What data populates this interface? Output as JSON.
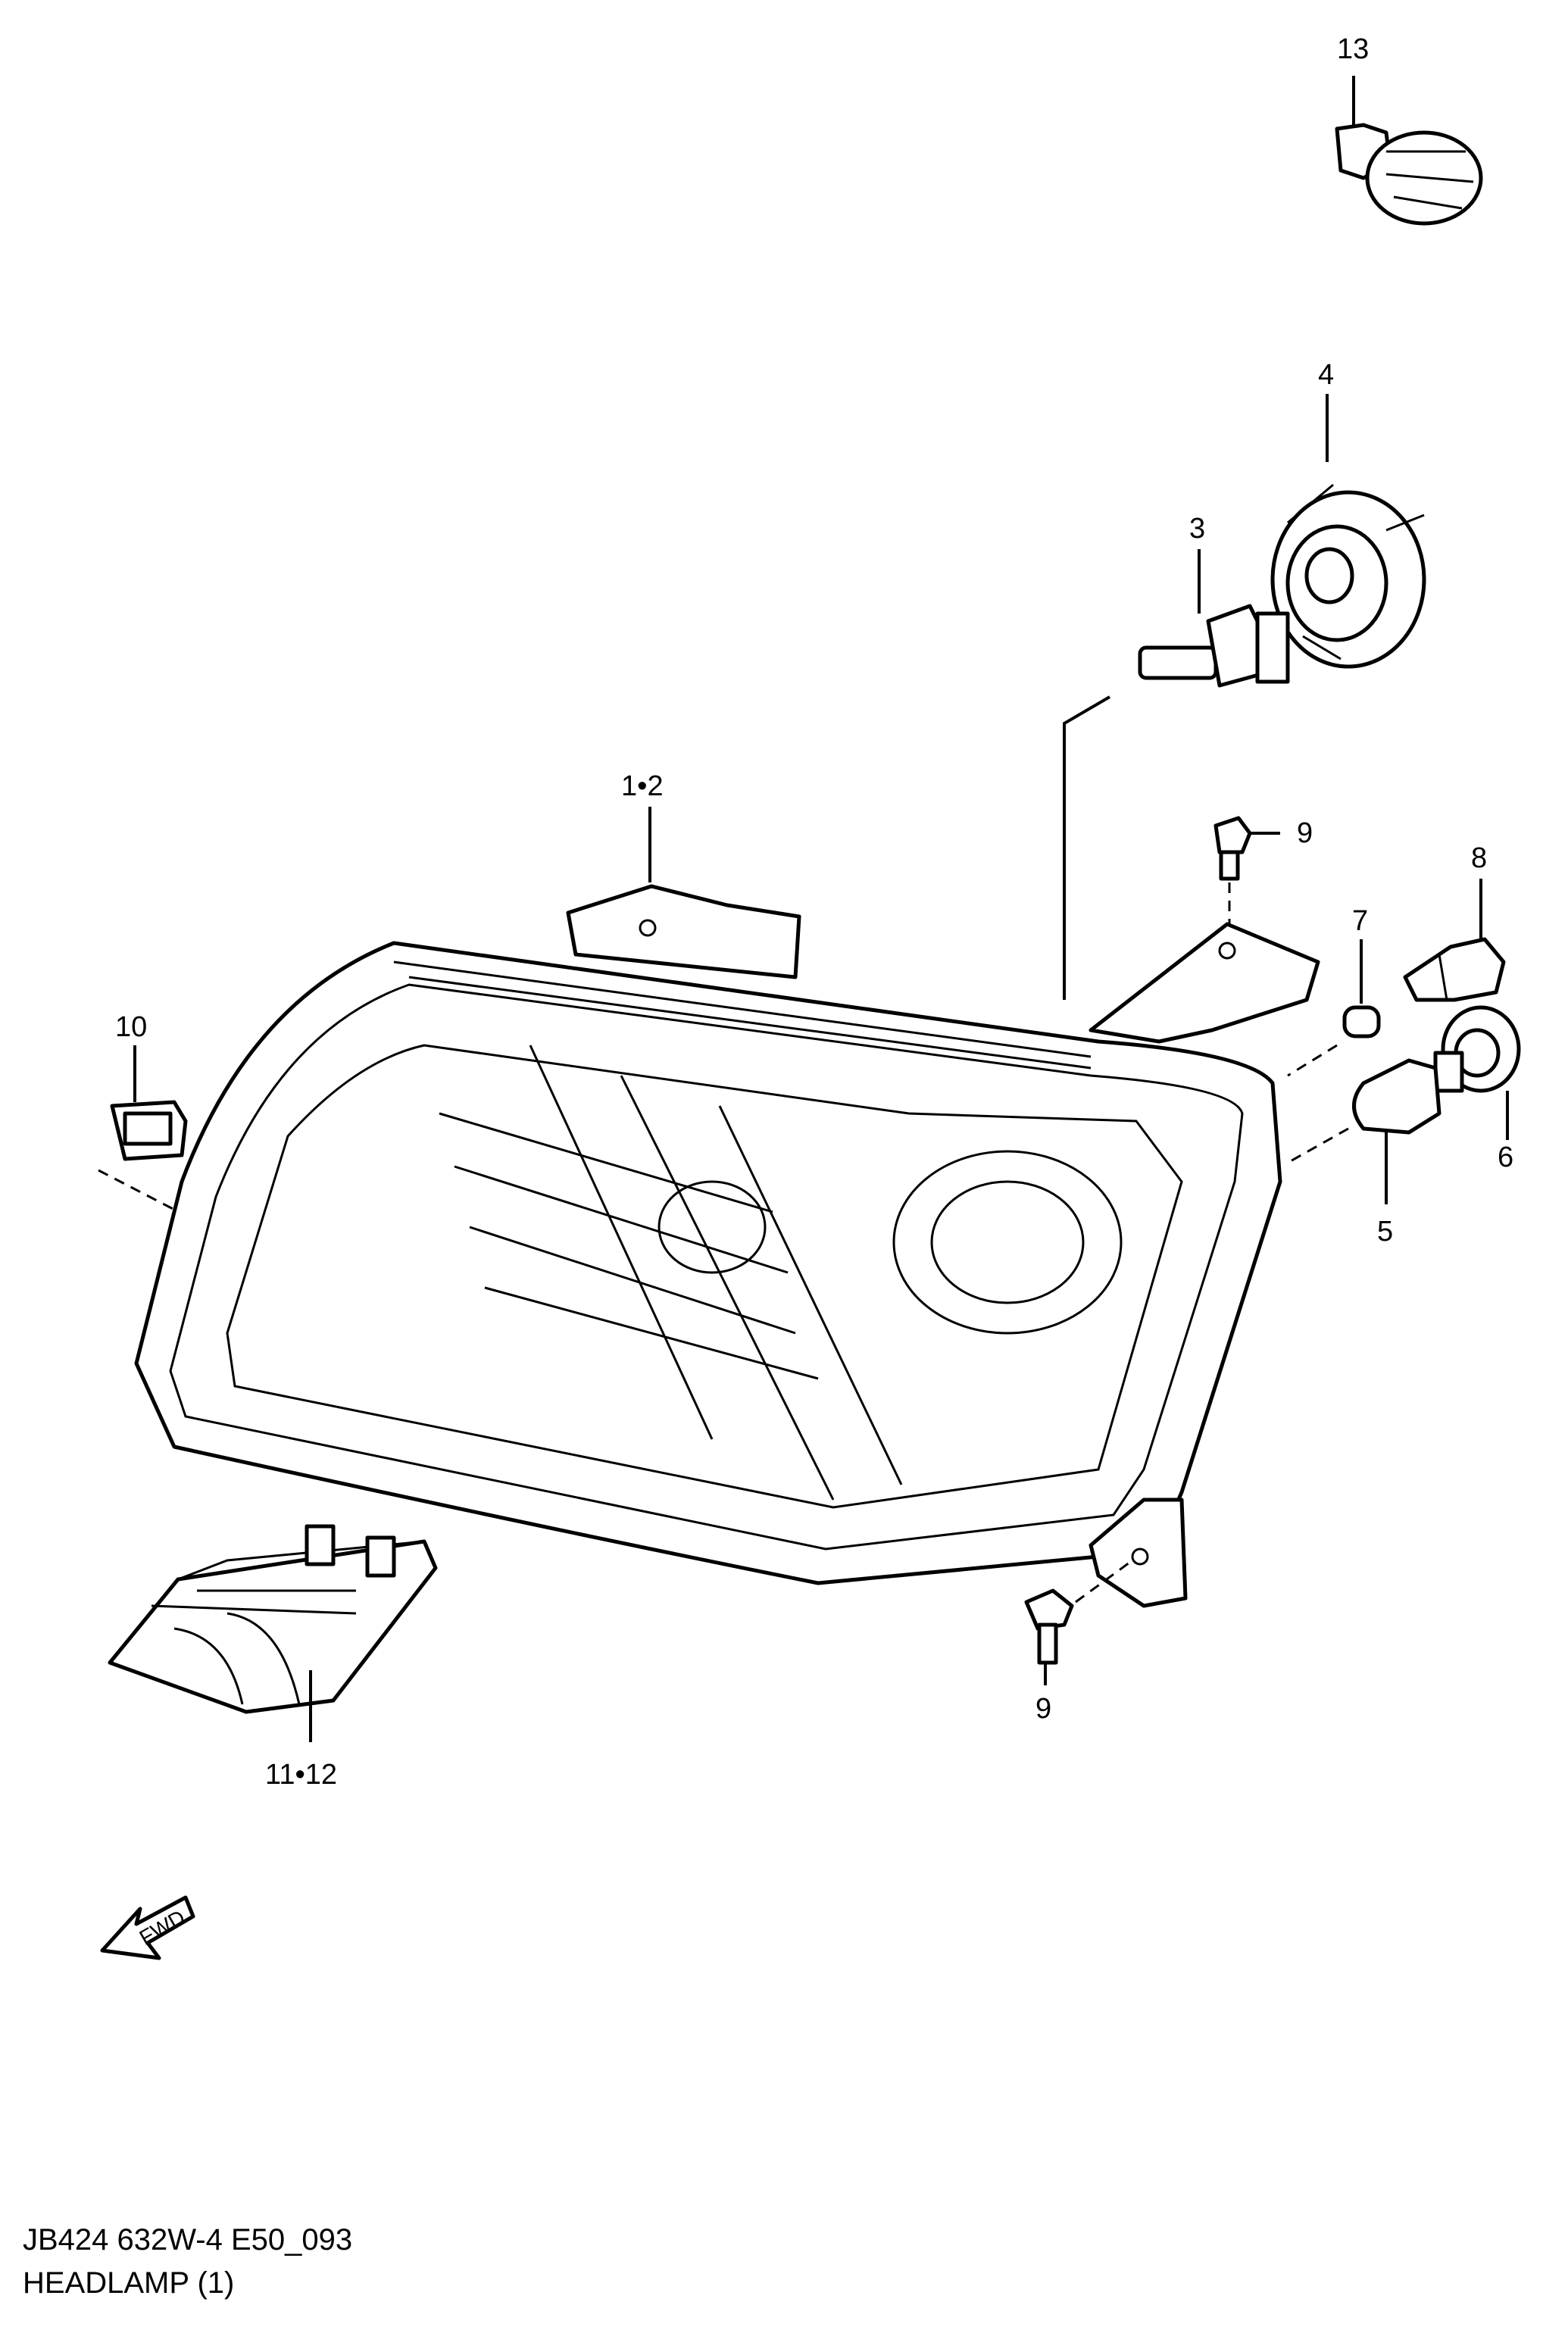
{
  "callouts": {
    "c13": "13",
    "c4": "4",
    "c3": "3",
    "c1_2": "1•2",
    "c9_top": "9",
    "c8": "8",
    "c7": "7",
    "c10": "10",
    "c6": "6",
    "c5": "5",
    "c9_bottom": "9",
    "c11_12": "11•12"
  },
  "direction_label": "FWD",
  "footer": {
    "code": "JB424 632W-4 E50_093",
    "title": "HEADLAMP (1)"
  }
}
